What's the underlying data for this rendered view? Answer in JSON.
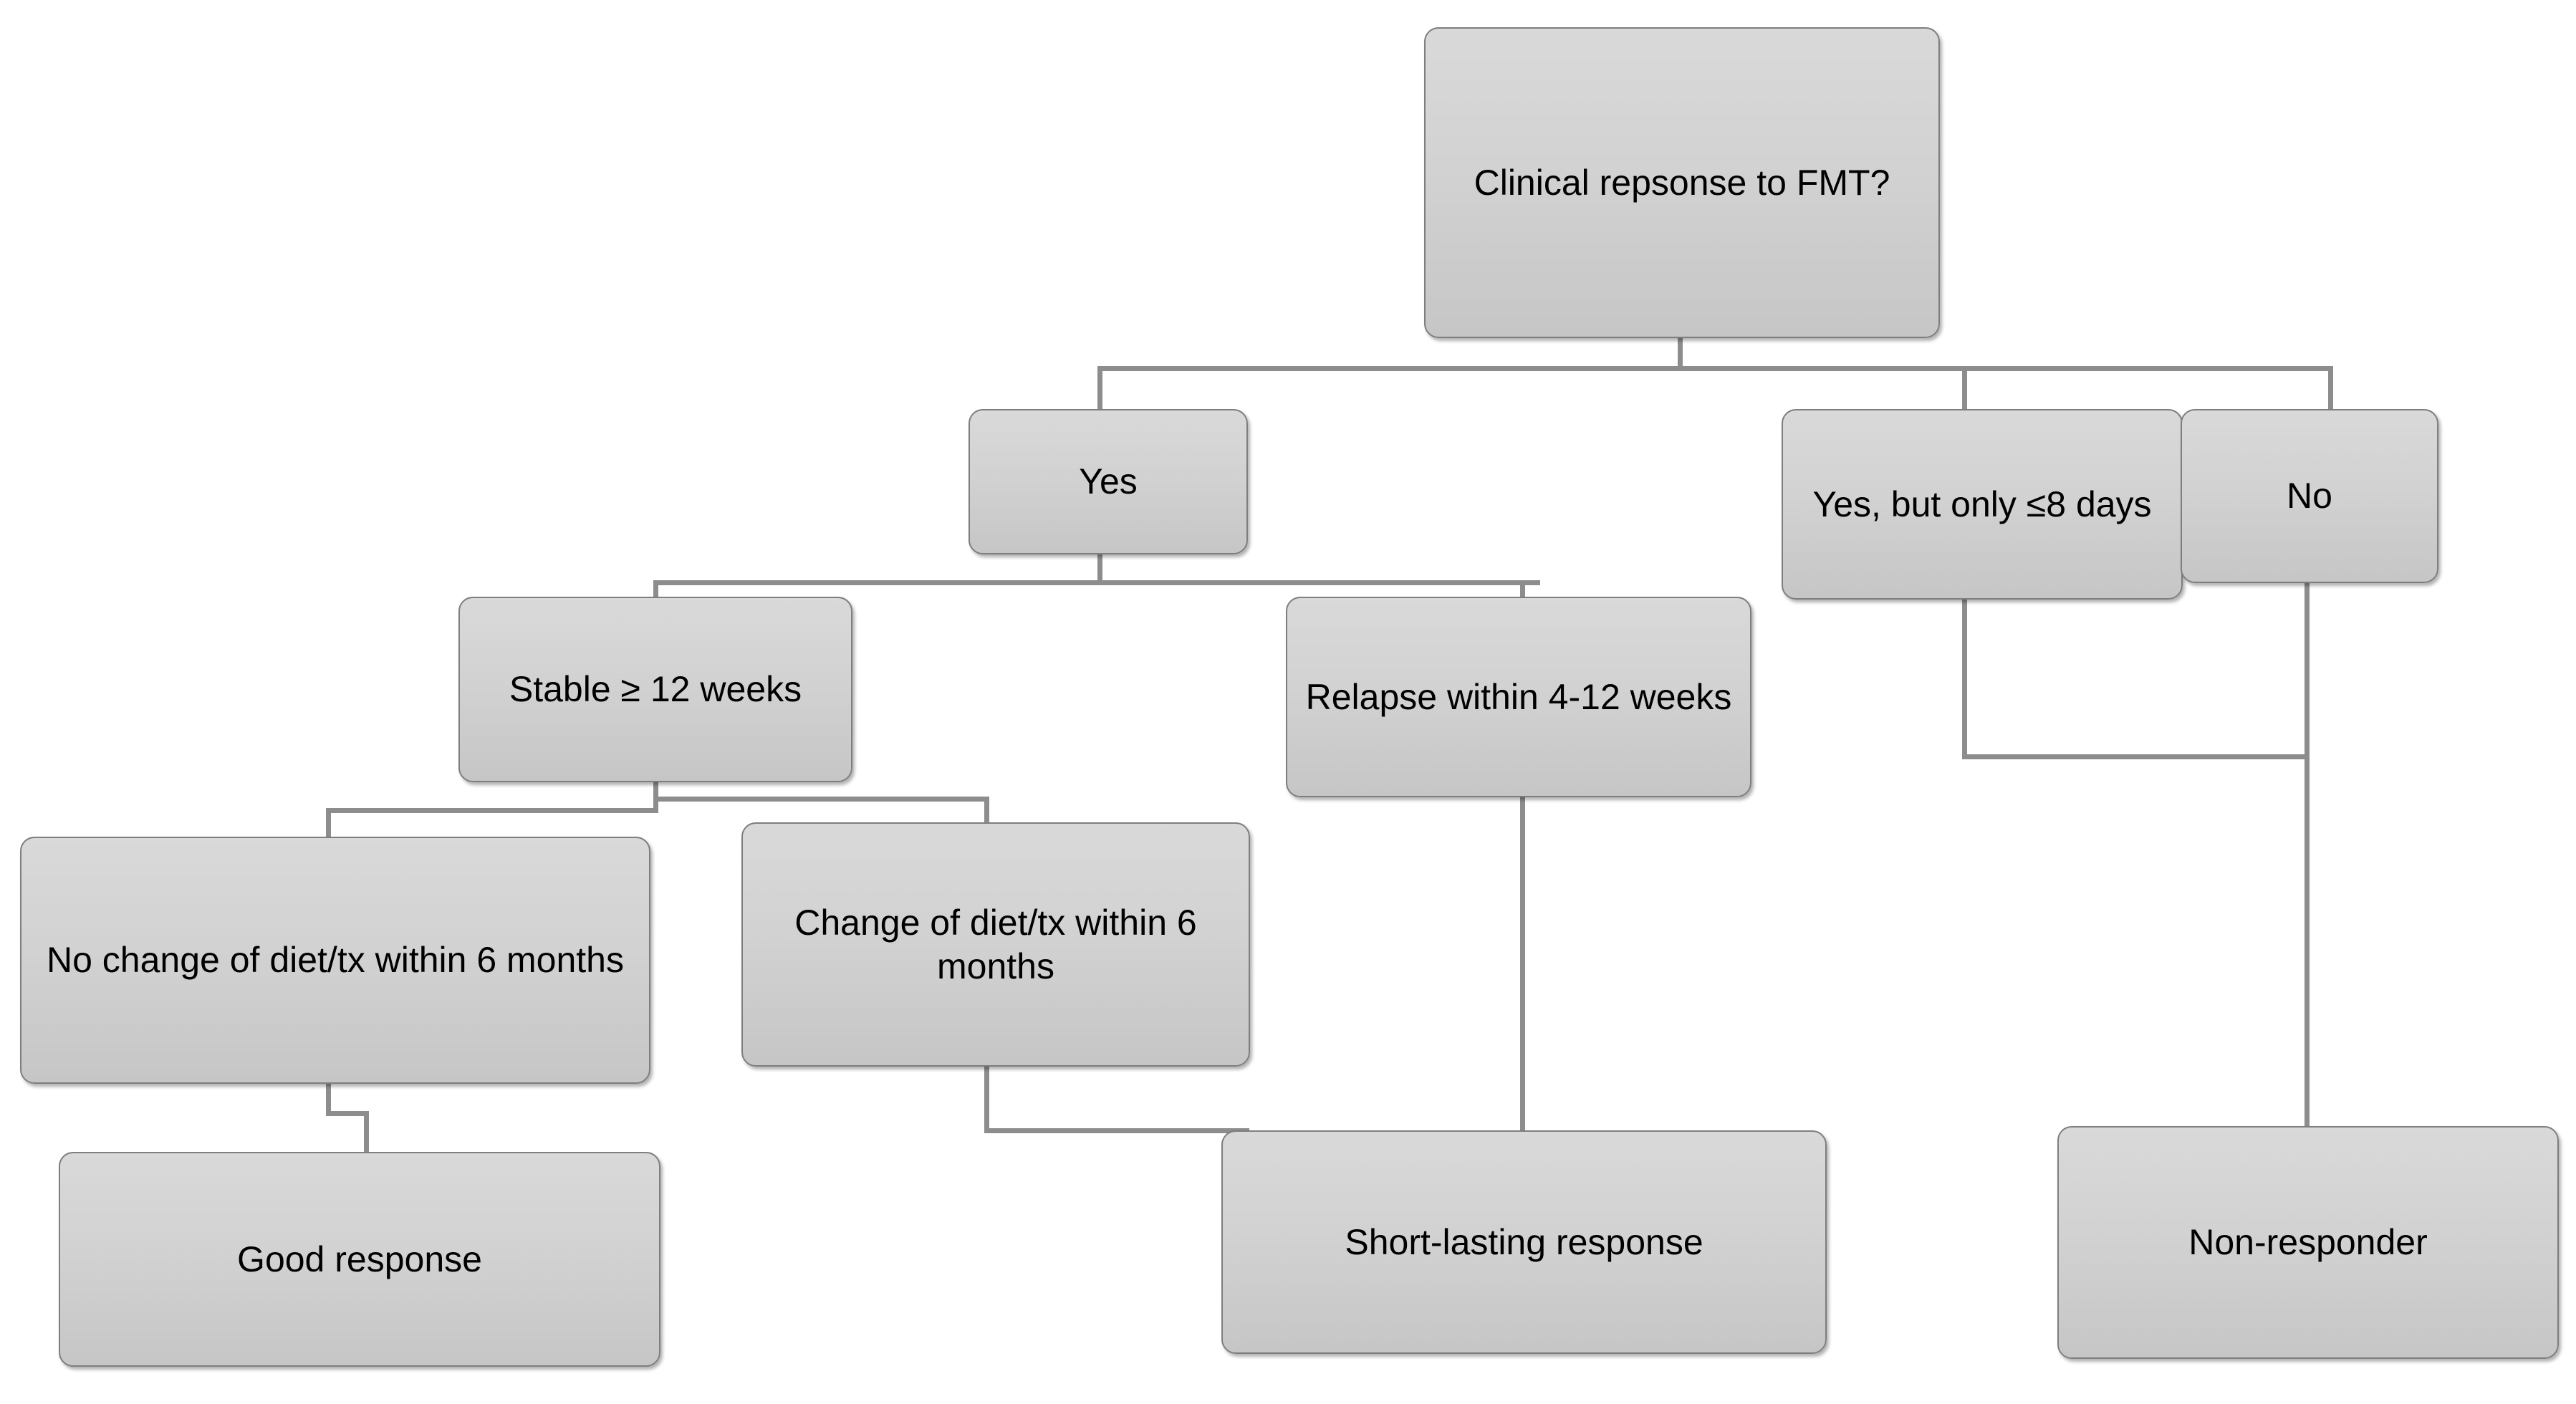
{
  "diagram": {
    "title": "Clinical response to FMT decision tree",
    "type": "flowchart",
    "background_color": "#ffffff",
    "node_fill_top": "#d9d9d9",
    "node_fill_bottom": "#c6c6c6",
    "node_border_color": "#7e7e7e",
    "connector_color": "#8d8d8d",
    "text_color": "#000000"
  },
  "nodes": {
    "root": {
      "label": "Clinical repsonse to FMT?"
    },
    "yes": {
      "label": "Yes"
    },
    "yes_but_only": {
      "label": "Yes, but only ≤8 days"
    },
    "no": {
      "label": "No"
    },
    "stable_12_weeks": {
      "label": "Stable ≥ 12 weeks"
    },
    "relapse_4_12_weeks": {
      "label": "Relapse within 4-12 weeks"
    },
    "no_change_diet": {
      "label": "No change of diet/tx within 6 months"
    },
    "change_diet": {
      "label": "Change of diet/tx within 6 months"
    },
    "good_response": {
      "label": "Good response"
    },
    "short_lasting_response": {
      "label": "Short-lasting response"
    },
    "non_responder": {
      "label": "Non-responder"
    }
  },
  "edges": [
    {
      "from": "root",
      "to": "yes"
    },
    {
      "from": "root",
      "to": "yes_but_only"
    },
    {
      "from": "root",
      "to": "no"
    },
    {
      "from": "yes",
      "to": "stable_12_weeks"
    },
    {
      "from": "yes",
      "to": "relapse_4_12_weeks"
    },
    {
      "from": "stable_12_weeks",
      "to": "no_change_diet"
    },
    {
      "from": "stable_12_weeks",
      "to": "change_diet"
    },
    {
      "from": "no_change_diet",
      "to": "good_response"
    },
    {
      "from": "change_diet",
      "to": "short_lasting_response"
    },
    {
      "from": "relapse_4_12_weeks",
      "to": "short_lasting_response"
    },
    {
      "from": "yes_but_only",
      "to": "non_responder"
    },
    {
      "from": "no",
      "to": "non_responder"
    }
  ]
}
